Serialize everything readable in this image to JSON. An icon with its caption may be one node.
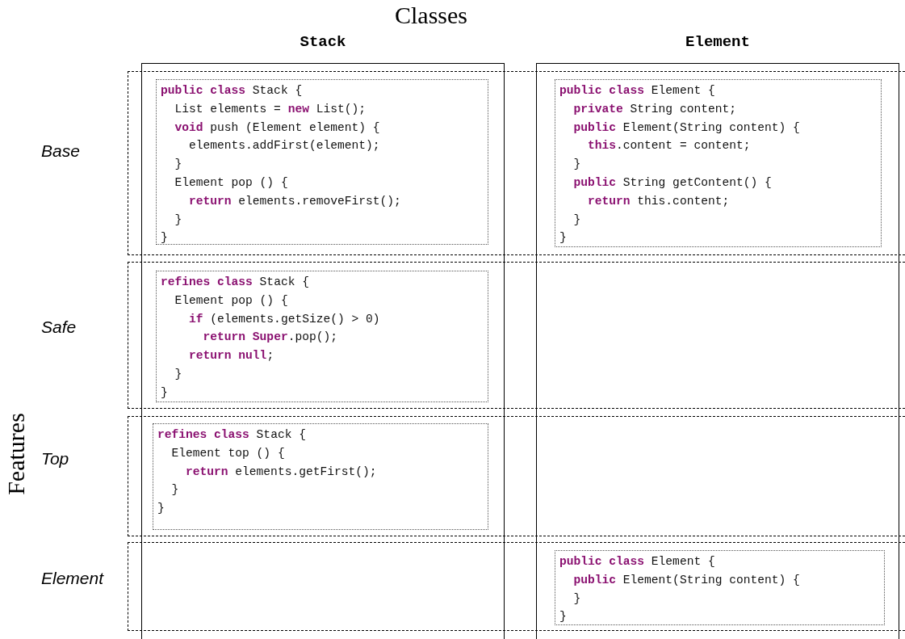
{
  "diagram": {
    "title": "Classes",
    "nodes": [
      {
        "text": [
          "Stack"
        ]
      },
      {
        "text": [
          "Element"
        ]
      },
      {
        "text": [
          "Base"
        ]
      },
      {
        "text": [
          "**public class** Stack {",
          "  List elements = **new** List();",
          "  **void** push (Element element) {",
          "    elements.addFirst(element);",
          "  }",
          "  Element pop () {",
          "    **return** elements.removeFirst();",
          "  }",
          "}"
        ]
      },
      {
        "text": [
          "**public class** Element {",
          "  **private** String content;",
          "  **public** Element(String content) {",
          "    **this**.content = content;",
          "  }",
          "  **public** String getContent() {",
          "    **return** this.content;",
          "  }",
          "}"
        ]
      },
      {
        "text": [
          "Safe"
        ]
      },
      {
        "text": [
          "**refines class** Stack {",
          "  Element pop () {",
          "    **if** (elements.getSize() > 0)",
          "      **return** **Super**.pop();",
          "    **return** **null**;",
          "  }",
          "}"
        ]
      },
      {
        "text": [
          "Top"
        ]
      },
      {
        "text": [
          "**refines class** Stack {",
          "  Element top () {",
          "    **return** elements.getFirst();",
          "  }",
          "}"
        ]
      },
      {
        "text": [
          "Element"
        ]
      },
      {
        "text": [
          "**public class** Element {",
          "  **public** Element(String content) {",
          "  }",
          "}"
        ]
      }
    ],
    "labels": [
      "Features"
    ]
  }
}
